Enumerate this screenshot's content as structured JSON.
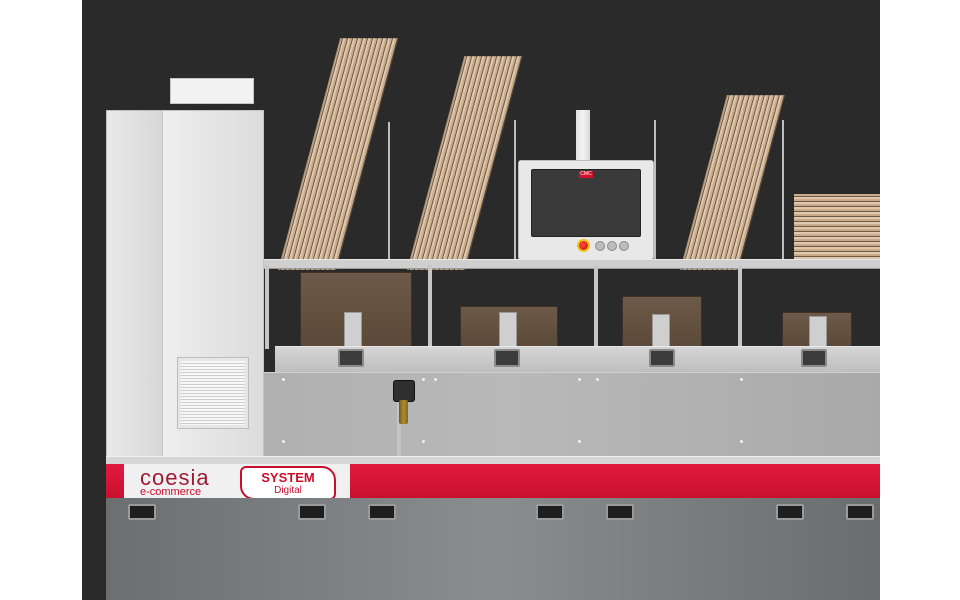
{
  "brand": {
    "logo_word": "coesia",
    "logo_subtitle": "e-commerce",
    "system_badge_main": "SYSTEM",
    "system_badge_sub": "Digital"
  },
  "hmi": {
    "brand_badge": "CMC"
  },
  "colors": {
    "brand_red": "#c8102e",
    "background": "#2a2a2a",
    "cardboard": "#c9ab8c",
    "base_gray": "#7c7f82"
  },
  "icons": {
    "vent": "ventilation-grille-icon",
    "estop": "emergency-stop-icon",
    "scanner": "barcode-scanner-icon"
  }
}
